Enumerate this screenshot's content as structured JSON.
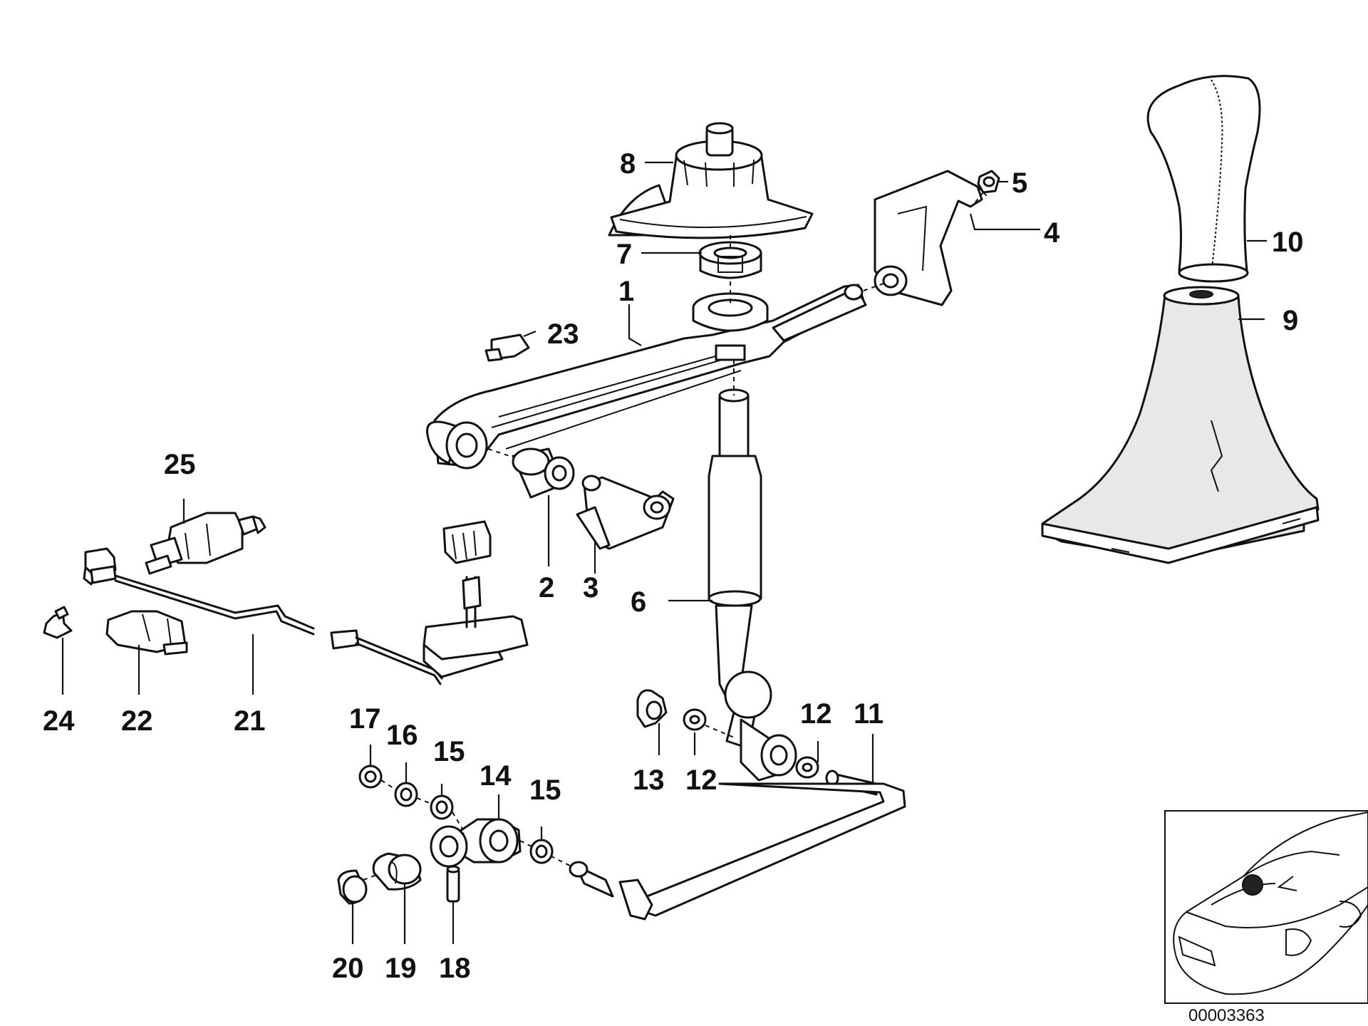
{
  "diagram": {
    "document_number": "00003363",
    "callouts": {
      "c1": "1",
      "c2": "2",
      "c3": "3",
      "c4": "4",
      "c5": "5",
      "c6": "6",
      "c7": "7",
      "c8": "8",
      "c9": "9",
      "c10": "10",
      "c11": "11",
      "c12a": "12",
      "c12b": "12",
      "c13": "13",
      "c14": "14",
      "c15a": "15",
      "c15b": "15",
      "c16": "16",
      "c17": "17",
      "c18": "18",
      "c19": "19",
      "c20": "20",
      "c21": "21",
      "c22": "22",
      "c23": "23",
      "c24": "24",
      "c25": "25"
    }
  }
}
